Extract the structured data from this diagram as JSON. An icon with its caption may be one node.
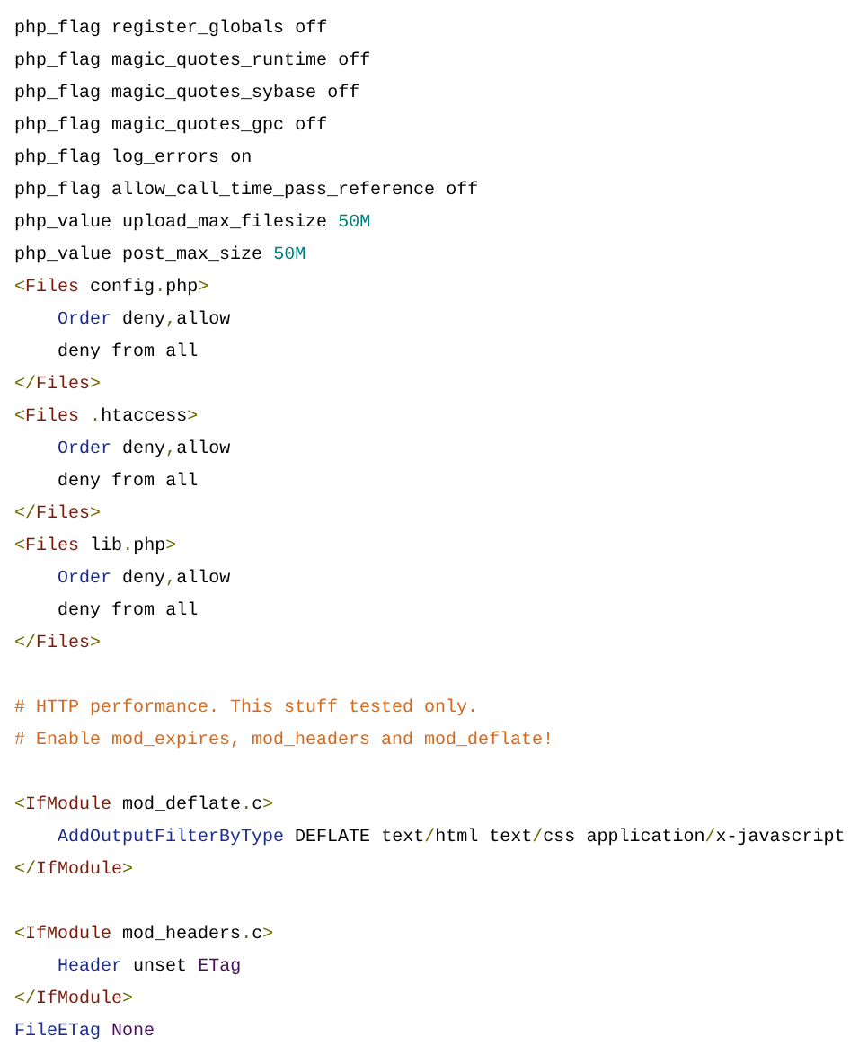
{
  "diagram": {
    "labels": [
      "php_flag register_globals off",
      "php_flag magic_quotes_runtime off",
      "php_flag magic_quotes_sybase off",
      "php_flag magic_quotes_gpc off",
      "php_flag log_errors on",
      "php_flag allow_call_time_pass_reference off",
      "php_value upload_max_filesize 50M",
      "php_value post_max_size 50M",
      "<Files config.php>",
      "Order deny,allow",
      "deny from all",
      "</Files>",
      "<Files .htaccess>",
      "Order deny,allow",
      "deny from all",
      "</Files>",
      "<Files lib.php>",
      "Order deny,allow",
      "deny from all",
      "</Files>",
      "# HTTP performance. This stuff tested only.",
      "# Enable mod_expires, mod_headers and mod_deflate!",
      "<IfModule mod_deflate.c>",
      "AddOutputFilterByType DEFLATE text/html text/css application/x-javascript",
      "</IfModule>",
      "<IfModule mod_headers.c>",
      "Header unset ETag",
      "</IfModule>",
      "FileETag None"
    ]
  }
}
